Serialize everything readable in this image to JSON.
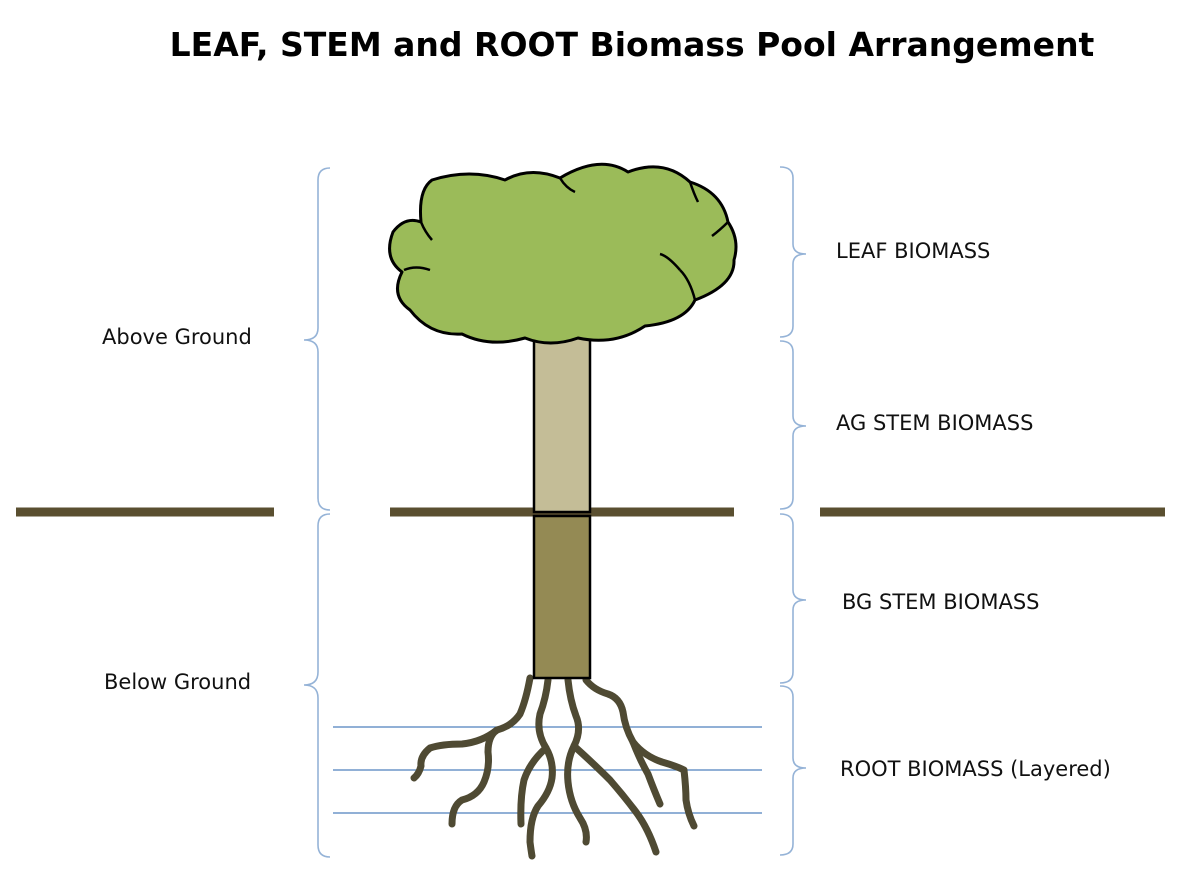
{
  "title": "LEAF, STEM and ROOT Biomass Pool Arrangement",
  "zones": {
    "above_ground": "Above Ground",
    "below_ground": "Below Ground"
  },
  "pools": {
    "leaf": "LEAF BIOMASS",
    "ag_stem": "AG STEM BIOMASS",
    "bg_stem": "BG STEM BIOMASS",
    "root": "ROOT BIOMASS (Layered)"
  },
  "colors": {
    "canopy": "#9bbb59",
    "ag_stem": "#c4bd97",
    "bg_stem": "#948a54",
    "roots": "#4f4a33",
    "ground": "#5a4f30",
    "bracket": "#95b3d7",
    "soil_layer_line": "#4f81bd"
  }
}
